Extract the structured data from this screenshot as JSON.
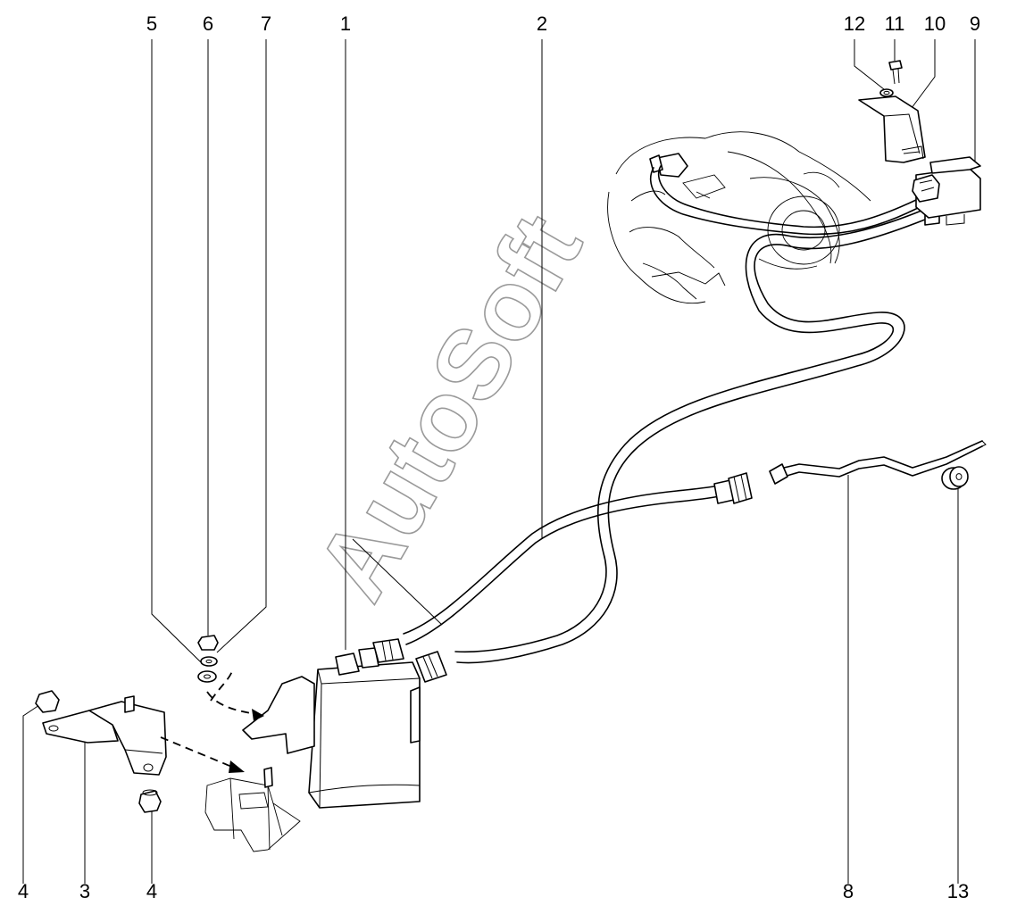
{
  "watermark": "AutoSoft",
  "callouts": [
    {
      "id": "5",
      "label": "5"
    },
    {
      "id": "6",
      "label": "6"
    },
    {
      "id": "7",
      "label": "7"
    },
    {
      "id": "1",
      "label": "1"
    },
    {
      "id": "2",
      "label": "2"
    },
    {
      "id": "12",
      "label": "12"
    },
    {
      "id": "11",
      "label": "11"
    },
    {
      "id": "10",
      "label": "10"
    },
    {
      "id": "9",
      "label": "9"
    },
    {
      "id": "4a",
      "label": "4"
    },
    {
      "id": "3",
      "label": "3"
    },
    {
      "id": "4b",
      "label": "4"
    },
    {
      "id": "8",
      "label": "8"
    },
    {
      "id": "13",
      "label": "13"
    }
  ]
}
